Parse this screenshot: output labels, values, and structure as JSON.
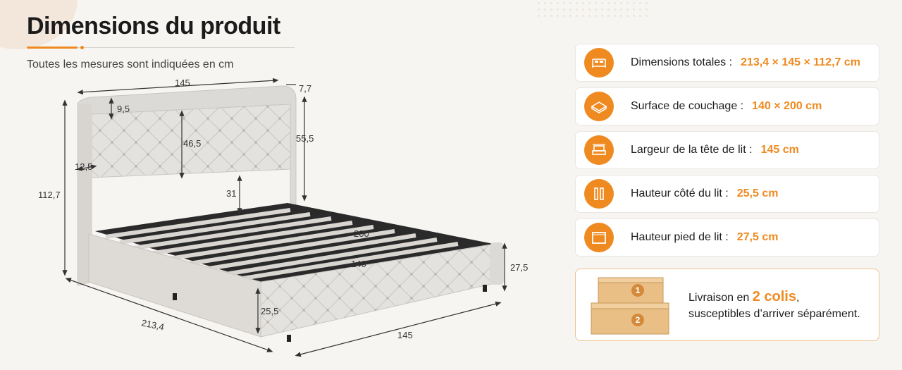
{
  "header": {
    "title": "Dimensions du produit",
    "subtitle": "Toutes les mesures sont indiquées en cm"
  },
  "dimensions": {
    "headboard_width": "145",
    "wing_depth": "7,7",
    "top_rail": "9,5",
    "headboard_panel_height": "46,5",
    "headboard_height": "55,5",
    "wing_width": "12,5",
    "total_height": "112,7",
    "clearance": "31",
    "mattress_length": "200",
    "mattress_width": "140",
    "footboard_height": "27,5",
    "side_height": "25,5",
    "total_length": "213,4",
    "front_width": "145"
  },
  "specs": [
    {
      "icon": "bed-icon",
      "label": "Dimensions totales :",
      "value": "213,4 × 145 × 112,7 cm"
    },
    {
      "icon": "mattress-icon",
      "label": "Surface de couchage :",
      "value": "140 × 200 cm"
    },
    {
      "icon": "headboard-icon",
      "label": "Largeur de la tête de lit :",
      "value": "145 cm"
    },
    {
      "icon": "side-height-icon",
      "label": "Hauteur côté du lit :",
      "value": "25,5 cm"
    },
    {
      "icon": "frame-icon",
      "label": "Hauteur pied de lit :",
      "value": "27,5 cm"
    }
  ],
  "delivery": {
    "box_1": "1",
    "box_2": "2",
    "prefix": "Livraison en",
    "highlight": "2 colis",
    "suffix": ",",
    "line2": "susceptibles d’arriver séparément."
  },
  "colors": {
    "accent": "#ef8a20",
    "background": "#f7f5f2",
    "card_border": "#ebe6e0",
    "box": "#e9bf86"
  }
}
